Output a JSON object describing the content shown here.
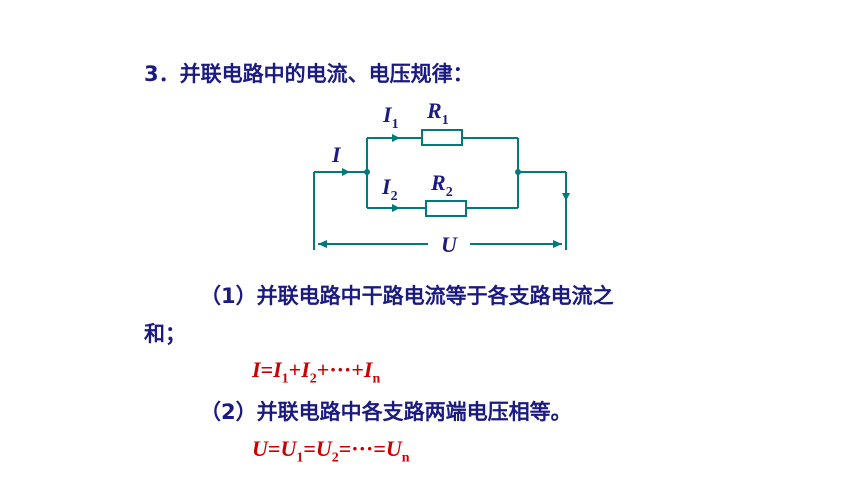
{
  "heading": "3．并联电路中的电流、电压规律：",
  "circuit": {
    "labels": {
      "I": "I",
      "I1": "I",
      "I1_sub": "1",
      "R1": "R",
      "R1_sub": "1",
      "I2": "I",
      "I2_sub": "2",
      "R2": "R",
      "R2_sub": "2",
      "U": "U"
    },
    "colors": {
      "wire": "#007a7a",
      "label": "#1a1a80"
    }
  },
  "point1": {
    "line1": "（1）并联电路中干路电流等于各支路电流之",
    "line2": "和；"
  },
  "formula1": {
    "parts": [
      "I",
      "=",
      "I",
      "1",
      "+",
      "I",
      "2",
      "+···+",
      "I",
      "n"
    ]
  },
  "point2": "（2）并联电路中各支路两端电压相等。",
  "formula2": {
    "parts": [
      "U",
      "=",
      "U",
      "1",
      "=",
      "U",
      "2",
      "=···=",
      "U",
      "n"
    ]
  },
  "colors": {
    "text": "#1a1a80",
    "formula": "#cc0000"
  }
}
